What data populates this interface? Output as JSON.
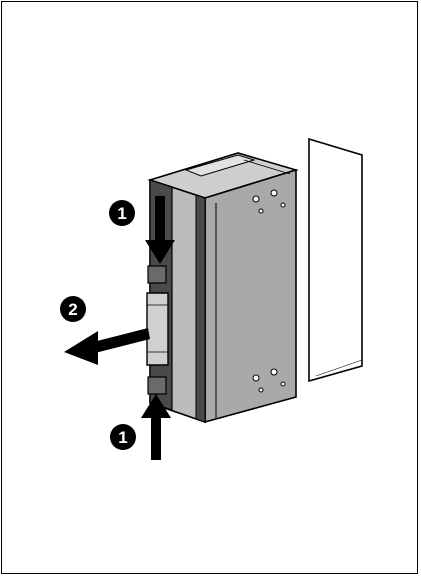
{
  "figure": {
    "steps": [
      {
        "number": "1",
        "meaning": "press-release-tab-top"
      },
      {
        "number": "2",
        "meaning": "pull-module-out"
      },
      {
        "number": "1",
        "meaning": "press-release-tab-bottom"
      }
    ]
  },
  "colors": {
    "outline": "#000000",
    "module_body": "#a9a9a9",
    "module_dark": "#4a4a4a",
    "module_light": "#cfcfcf",
    "badge": "#000000",
    "badge_text": "#ffffff",
    "background": "#ffffff"
  }
}
